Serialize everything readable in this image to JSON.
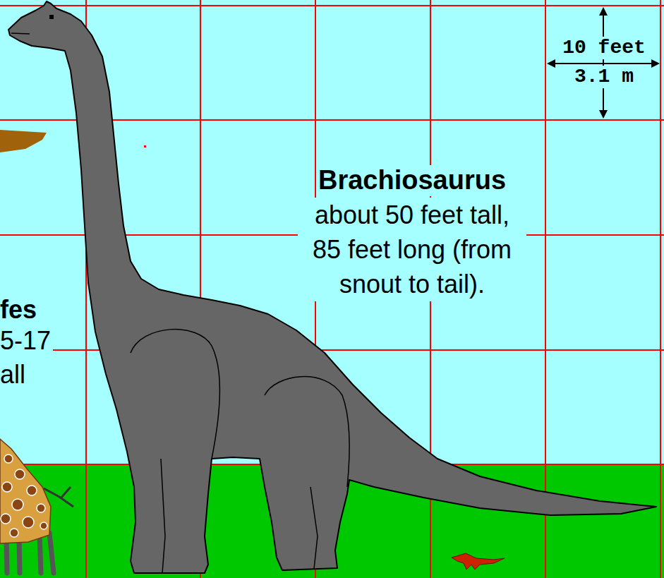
{
  "diagram": {
    "labels": [
      "10 feet",
      "3.1 m",
      "Brachiosaurus",
      "about 50 feet tall, 85 feet long (from snout to tail).",
      "fes",
      "5-17",
      "all"
    ]
  }
}
